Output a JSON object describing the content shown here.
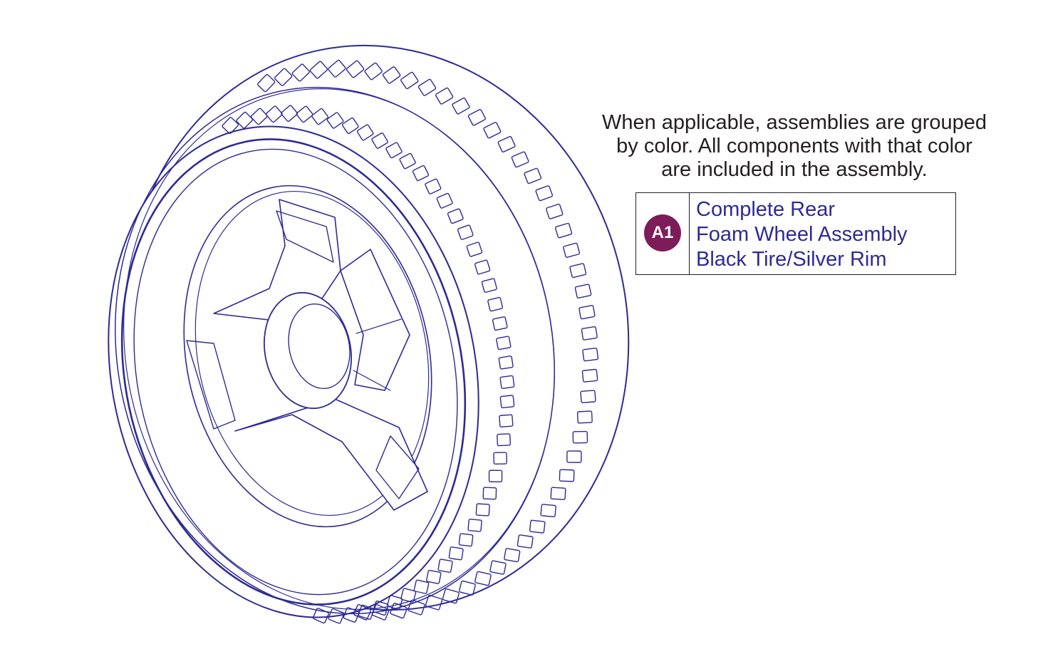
{
  "diagram": {
    "line_color": "#2e2a96",
    "part": "wheel"
  },
  "note": {
    "lines": [
      "When applicable, assemblies are grouped",
      "by color. All components with that color",
      "are included in the assembly."
    ],
    "color": "#231f20"
  },
  "legend": {
    "items": [
      {
        "badge": "A1",
        "badge_color": "#7c1d5a",
        "text_color": "#2e2a96",
        "lines": [
          "Complete Rear",
          "Foam Wheel Assembly",
          "Black Tire/Silver Rim"
        ]
      }
    ]
  }
}
